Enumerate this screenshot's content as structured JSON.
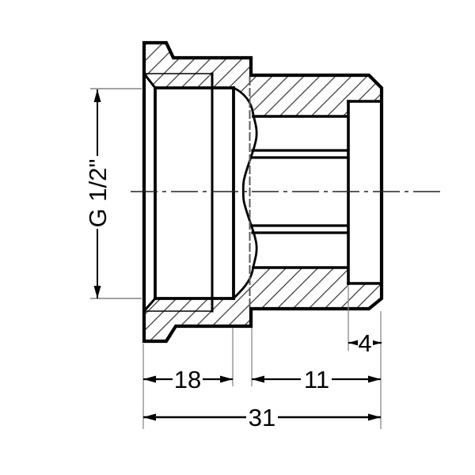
{
  "drawing": {
    "kind": "technical-section-drawing",
    "subject": "threaded-pipe-fitting-cross-section",
    "background_color": "#ffffff",
    "line_color": "#000000",
    "extension_line_color": "#8a8a8a",
    "hatch_color": "#3d3d3d",
    "labels": {
      "thread_size": "G 1/2\"",
      "thread_depth": "18",
      "right_section_length": "11",
      "recess_depth": "4",
      "overall_length": "31"
    }
  }
}
